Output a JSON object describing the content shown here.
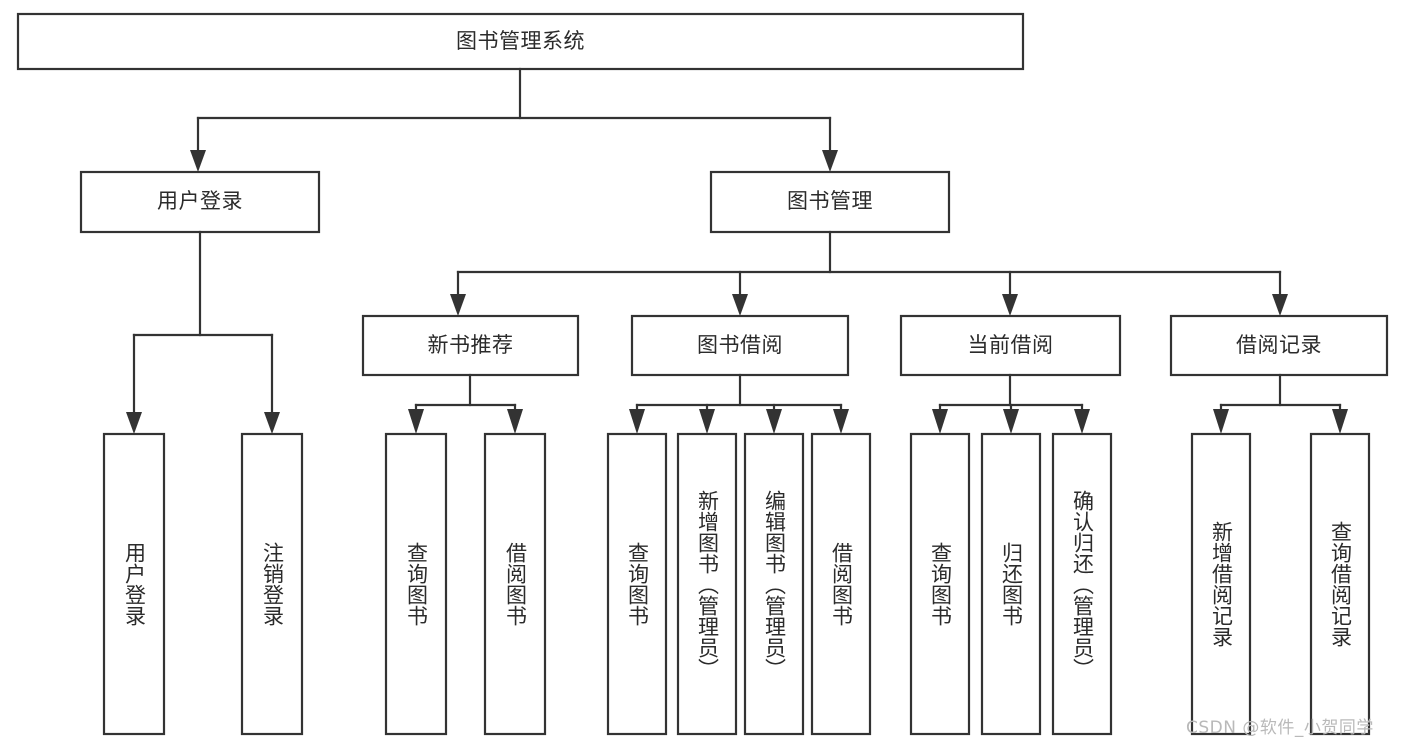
{
  "diagram": {
    "type": "tree-hierarchy-diagram",
    "title": "图书管理系统",
    "orientation": "top-down",
    "background_color": "#ffffff",
    "box_stroke_color": "#333333",
    "box_fill_color": "#ffffff",
    "text_color": "#2b2b2b",
    "levels": {
      "level0": [
        "图书管理系统"
      ],
      "level1": [
        "用户登录",
        "图书管理"
      ],
      "level2": [
        "新书推荐",
        "图书借阅",
        "当前借阅",
        "借阅记录"
      ],
      "level3": [
        "用户登录",
        "注销登录",
        "查询图书",
        "借阅图书",
        "查询图书",
        "新增图书（管理员）",
        "编辑图书（管理员）",
        "借阅图书",
        "查询图书",
        "归还图书",
        "确认归还（管理员）",
        "新增借阅记录",
        "查询借阅记录"
      ]
    },
    "nodes": {
      "root": {
        "label": "图书管理系统"
      },
      "user_login": {
        "label": "用户登录"
      },
      "book_manage": {
        "label": "图书管理"
      },
      "new_book_rec": {
        "label": "新书推荐"
      },
      "book_borrow": {
        "label": "图书借阅"
      },
      "current_borrow": {
        "label": "当前借阅"
      },
      "borrow_record": {
        "label": "借阅记录"
      },
      "leaf_user_login": {
        "label": "用户登录"
      },
      "leaf_logout": {
        "label": "注销登录"
      },
      "leaf_query_book_1": {
        "label": "查询图书"
      },
      "leaf_borrow_book_1": {
        "label": "借阅图书"
      },
      "leaf_query_book_2": {
        "label": "查询图书"
      },
      "leaf_add_book": {
        "label": "新增图书（管理员）"
      },
      "leaf_edit_book": {
        "label": "编辑图书（管理员）"
      },
      "leaf_borrow_book_2": {
        "label": "借阅图书"
      },
      "leaf_query_book_3": {
        "label": "查询图书"
      },
      "leaf_return_book": {
        "label": "归还图书"
      },
      "leaf_confirm_return": {
        "label": "确认归还（管理员）"
      },
      "leaf_add_record": {
        "label": "新增借阅记录"
      },
      "leaf_query_record": {
        "label": "查询借阅记录"
      }
    },
    "watermark": "CSDN @软件_小贺同学"
  }
}
